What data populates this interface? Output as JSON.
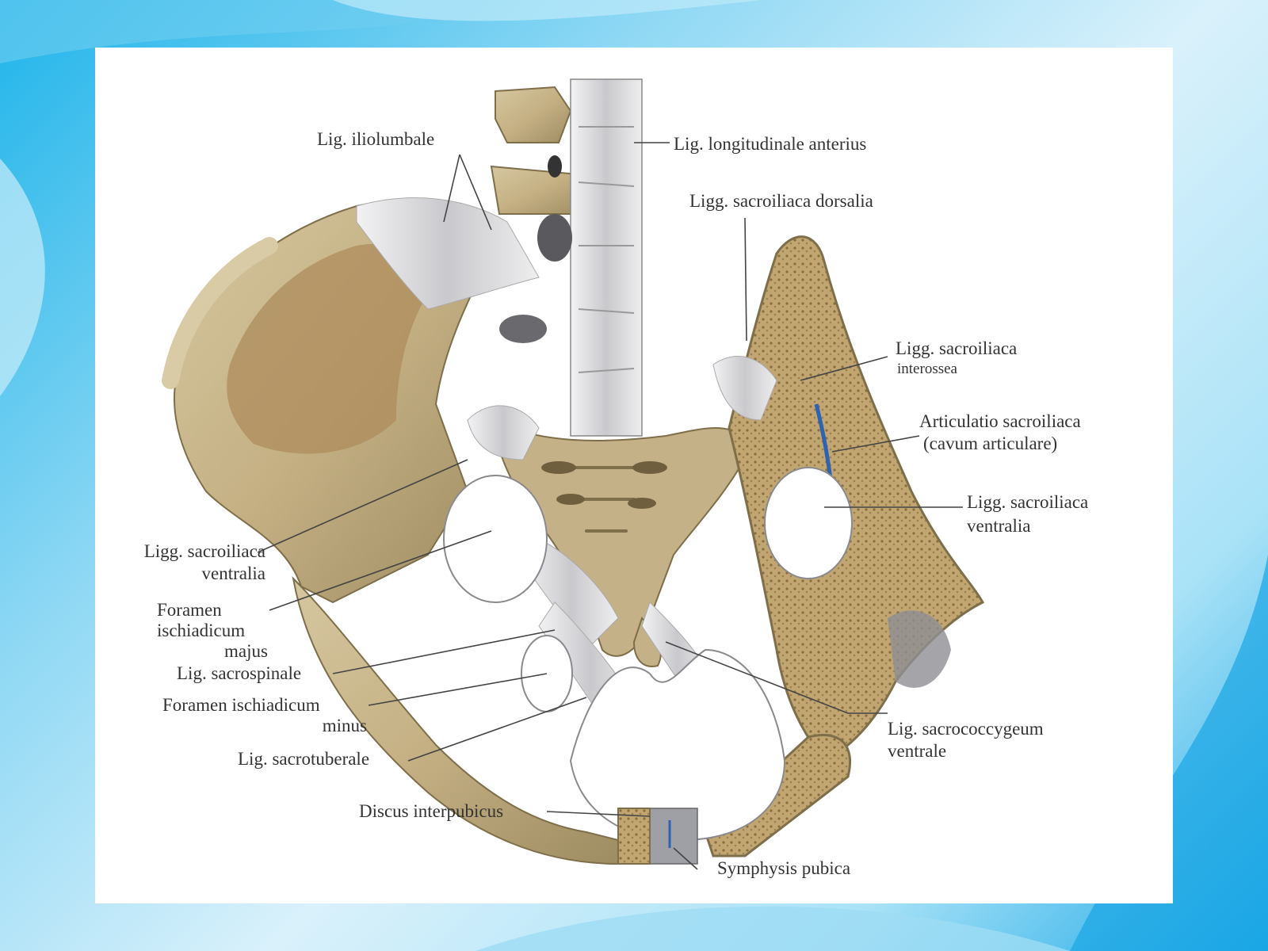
{
  "labels": {
    "lig_iliolumbale": "Lig. iliolumbale",
    "lig_longitudinale_anterius": "Lig. longitudinale anterius",
    "ligg_sacroiliaca_dorsalia": "Ligg. sacroiliaca dorsalia",
    "ligg_sacroiliaca_interossea_1": "Ligg.  sacroiliaca",
    "ligg_sacroiliaca_interossea_2": "interossea",
    "articulatio_1": "Articulatio  sacroiliaca",
    "articulatio_2": "(cavum  articulare)",
    "ligg_sacroiliaca_ventralia_right_1": "Ligg. sacroiliaca",
    "ligg_sacroiliaca_ventralia_right_2": "ventralia",
    "ligg_sacroiliaca_ventralia_left_1": "Ligg. sacroiliaca",
    "ligg_sacroiliaca_ventralia_left_2": "ventralia",
    "foramen_majus_1": "Foramen",
    "foramen_majus_2": "ischiadicum",
    "foramen_majus_3": "majus",
    "lig_sacrospinale": "Lig. sacrospinale",
    "foramen_minus_1": "Foramen ischiadicum",
    "foramen_minus_2": "minus",
    "lig_sacrotuberale": "Lig. sacrotuberale",
    "discus_interpubicus": "Discus interpubicus",
    "symphysis_pubica": "Symphysis pubica",
    "lig_sacrococcygeum_1": "Lig. sacrococcygeum",
    "lig_sacrococcygeum_2": "ventrale"
  },
  "colors": {
    "bone": "#c9b78c",
    "bone_shadow": "#9b8a62",
    "ligament": "#dcdcde",
    "cancellous": "#b89b66",
    "label_text": "#333333",
    "leader_line": "#444444"
  }
}
